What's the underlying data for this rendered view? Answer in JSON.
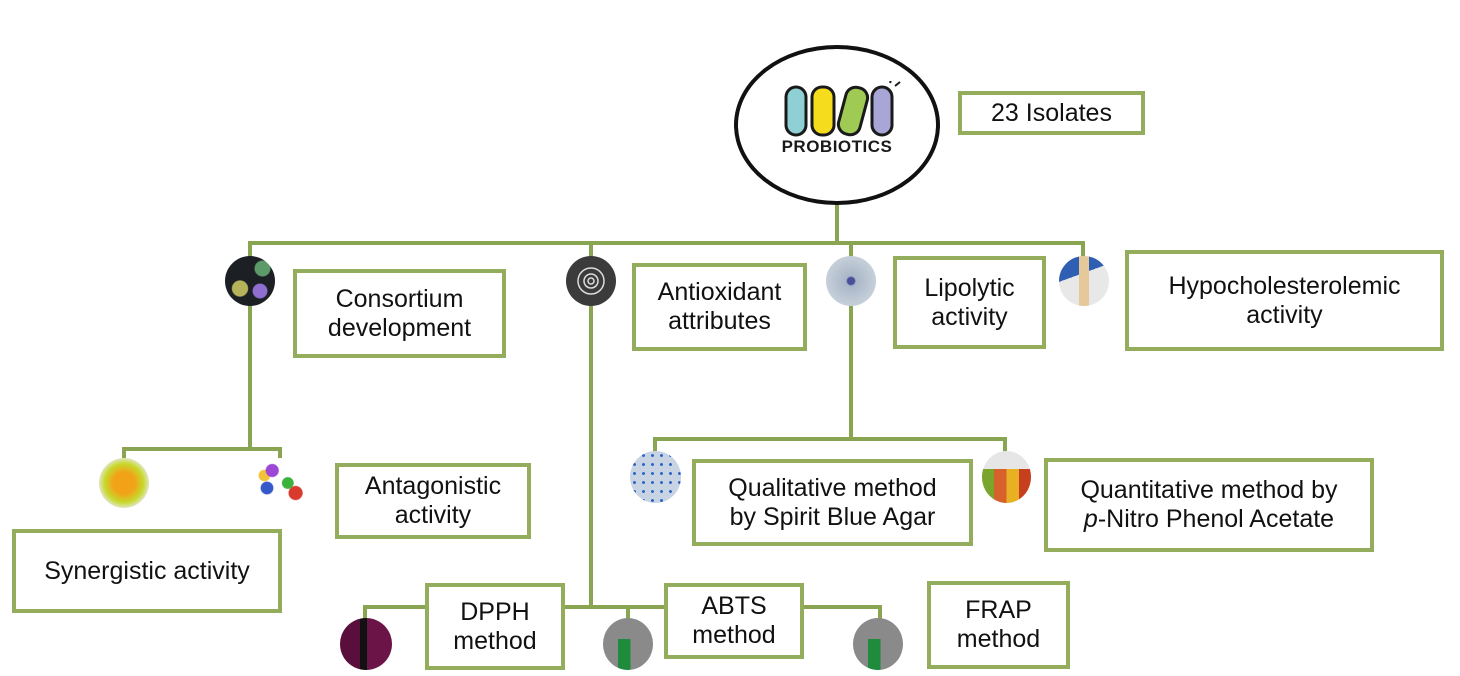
{
  "hub": {
    "title": "PROBIOTICS",
    "capsule_colors": [
      "#8fd0d4",
      "#f5dd1e",
      "#9fca54",
      "#a8a6d6"
    ]
  },
  "isolates_label": "23 Isolates",
  "branches": {
    "consortium": {
      "lines": [
        "Consortium",
        "development"
      ],
      "icon": "bacteria-microscopy-icon"
    },
    "antioxidant": {
      "lines": [
        "Antioxidant",
        "attributes"
      ],
      "icon": "molecule-orbit-icon"
    },
    "lipolytic": {
      "lines": [
        "Lipolytic",
        "activity"
      ],
      "icon": "petri-dish-icon"
    },
    "hypocholesterolemic": {
      "lines": [
        "Hypocholesterolemic",
        "activity"
      ],
      "icon": "test-tube-gloved-hand-icon"
    }
  },
  "consortium_children": {
    "synergistic": {
      "lines": [
        "Synergistic activity"
      ],
      "icon": "single-microbe-icon"
    },
    "antagonistic": {
      "lines": [
        "Antagonistic",
        "activity"
      ],
      "icon": "multiple-microbes-icon"
    }
  },
  "lipolytic_children": {
    "qualitative": {
      "lines": [
        "Qualitative method",
        "by Spirit Blue Agar"
      ],
      "icon": "well-plate-icon"
    },
    "quantitative": {
      "line1": "Quantitative method by",
      "line2_italic": "p",
      "line2_rest": "-Nitro Phenol Acetate",
      "icon": "colored-vials-icon"
    }
  },
  "antioxidant_children": {
    "dpph": {
      "lines": [
        "DPPH",
        "method"
      ],
      "icon": "purple-cuvette-icon"
    },
    "abts": {
      "lines": [
        "ABTS",
        "method"
      ],
      "icon": "green-cuvette-icon"
    },
    "frap": {
      "lines": [
        "FRAP",
        "method"
      ],
      "icon": "green-cuvette-icon"
    }
  },
  "colors": {
    "connector": "#8aa552",
    "box_border": "#93ad5c",
    "hub_border": "#111111"
  }
}
